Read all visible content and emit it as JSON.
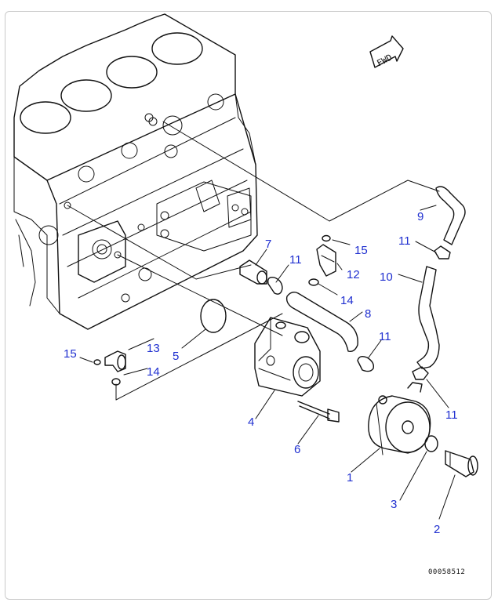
{
  "diagram": {
    "drawing_code": "00058512",
    "direction_marker": "FWD",
    "callouts": [
      {
        "id": "c1",
        "label": "1"
      },
      {
        "id": "c2",
        "label": "2"
      },
      {
        "id": "c3",
        "label": "3"
      },
      {
        "id": "c4",
        "label": "4"
      },
      {
        "id": "c5",
        "label": "5"
      },
      {
        "id": "c6",
        "label": "6"
      },
      {
        "id": "c7",
        "label": "7"
      },
      {
        "id": "c8",
        "label": "8"
      },
      {
        "id": "c9",
        "label": "9"
      },
      {
        "id": "c10",
        "label": "10"
      },
      {
        "id": "c11a",
        "label": "11"
      },
      {
        "id": "c11b",
        "label": "11"
      },
      {
        "id": "c11c",
        "label": "11"
      },
      {
        "id": "c11d",
        "label": "11"
      },
      {
        "id": "c12",
        "label": "12"
      },
      {
        "id": "c13",
        "label": "13"
      },
      {
        "id": "c14a",
        "label": "14"
      },
      {
        "id": "c14b",
        "label": "14"
      },
      {
        "id": "c15a",
        "label": "15"
      },
      {
        "id": "c15b",
        "label": "15"
      }
    ],
    "colors": {
      "callout": "#1f2fd0",
      "line": "#111111",
      "frame": "#c9c9c9"
    }
  }
}
